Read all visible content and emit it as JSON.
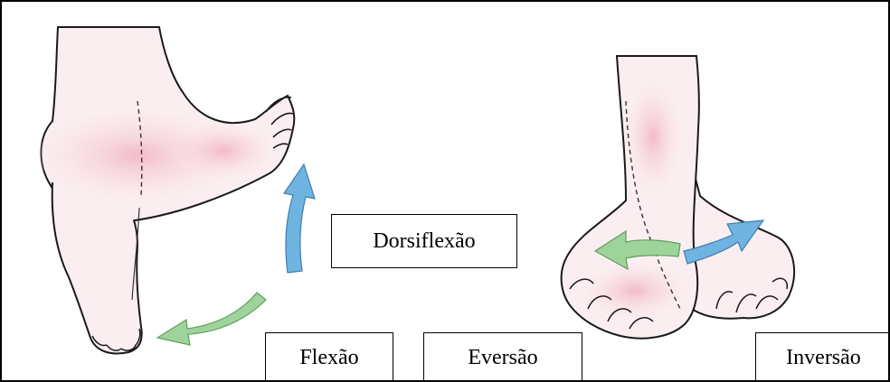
{
  "labels": {
    "dorsiflexion": "Dorsiflexão",
    "flexion": "Flexão",
    "eversion": "Eversão",
    "inversion": "Inversão"
  },
  "colors": {
    "skin": "#fbeef0",
    "skin_shade": "#f2b9c4",
    "outline": "#1a1a1a",
    "arrow_blue": "#6fb3e0",
    "arrow_green": "#9ed49b"
  }
}
